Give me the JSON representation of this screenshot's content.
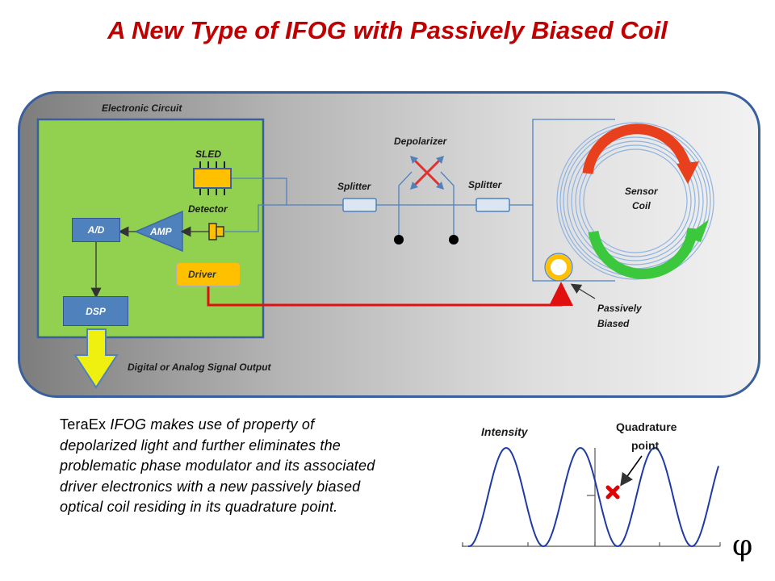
{
  "title": "A New Type of IFOG with Passively Biased Coil",
  "diagram": {
    "electronic_circuit_label": "Electronic Circuit",
    "sled_label": "SLED",
    "detector_label": "Detector",
    "amp_label": "AMP",
    "ad_label": "A/D",
    "driver_label": "Driver",
    "dsp_label": "DSP",
    "output_label": "Digital or Analog Signal  Output",
    "splitter_left_label": "Splitter",
    "splitter_right_label": "Splitter",
    "depolarizer_label": "Depolarizer",
    "sensor_coil_label_line1": "Sensor",
    "sensor_coil_label_line2": "Coil",
    "passively_biased_line1": "Passively",
    "passively_biased_line2": "Biased",
    "colors": {
      "title": "#c00000",
      "circuit_board": "#92d050",
      "component_blue": "#4f81bd",
      "driver": "#ffc000",
      "signal_line": "#e01010",
      "coil": "#8db3e2",
      "arrow_red": "#e8401c",
      "arrow_green": "#3cc83c",
      "output_arrow": "#f0f010"
    }
  },
  "description": {
    "brand": "TeraEx",
    "text": " IFOG makes use of property of depolarized light and further eliminates the problematic phase modulator and its associated driver electronics with a new passively biased optical coil residing in its quadrature point."
  },
  "plot": {
    "ylabel": "Intensity",
    "annotation_line1": "Quadrature",
    "annotation_line2": "point",
    "xsymbol": "φ"
  },
  "chart_data": {
    "type": "line",
    "title": "",
    "xlabel": "φ",
    "ylabel": "Intensity",
    "series": [
      {
        "function": "raised cosine",
        "periods_visible": 3
      }
    ],
    "annotations": [
      {
        "text": "Quadrature point",
        "marker": "x",
        "color": "#e00000"
      }
    ]
  }
}
